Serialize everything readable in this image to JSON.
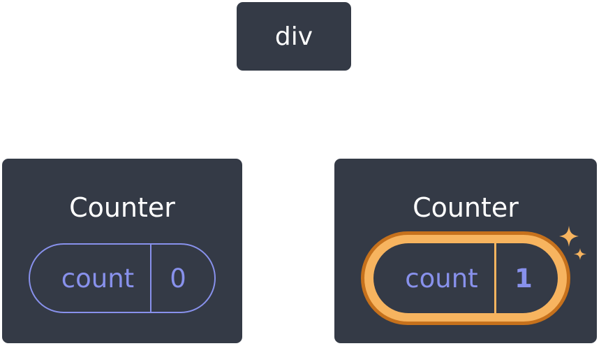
{
  "root": {
    "label": "div"
  },
  "counters": [
    {
      "title": "Counter",
      "state": {
        "label": "count",
        "value": "0"
      },
      "highlighted": false
    },
    {
      "title": "Counter",
      "state": {
        "label": "count",
        "value": "1"
      },
      "highlighted": true
    }
  ],
  "colors": {
    "node_bg": "#343a46",
    "node_text": "#ffffff",
    "state_text": "#8891ec",
    "highlight_fill": "#f7b45f",
    "highlight_border": "#c6711c"
  },
  "icons": {
    "sparkle": "sparkle-icon"
  }
}
